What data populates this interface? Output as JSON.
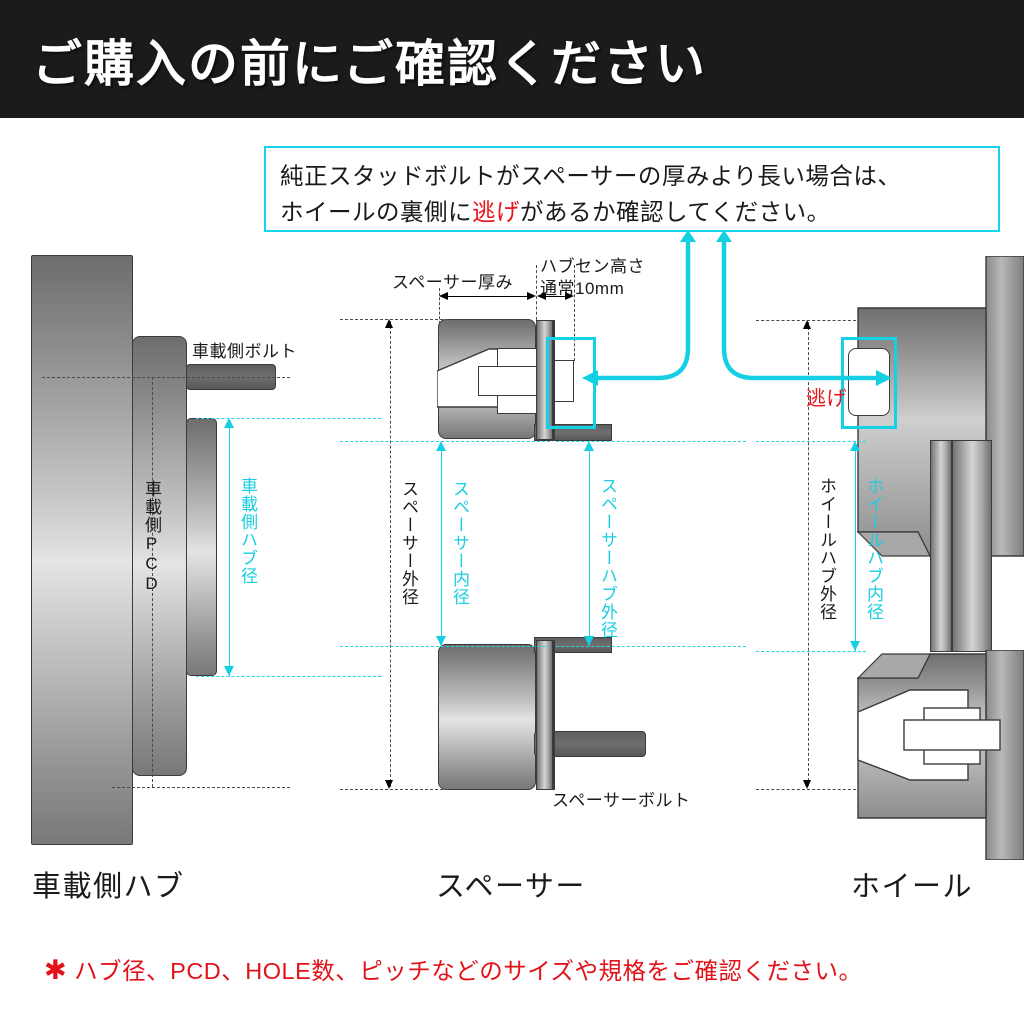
{
  "header": {
    "title": "ご購入の前にご確認ください",
    "bg_color": "#1b1b1b",
    "text_color": "#ffffff"
  },
  "callout": {
    "line1": "純正スタッドボルトがスペーサーの厚みより長い場合は、",
    "line2_a": "ホイールの裏側に",
    "line2_highlight": "逃げ",
    "line2_b": "があるか確認してください。",
    "border_color": "#13d4e8",
    "highlight_color": "#e8141c"
  },
  "colors": {
    "cyan": "#15cfe3",
    "red": "#e8141c",
    "black": "#1a1a1a",
    "metal_dark": "#6d6d6d",
    "metal_light": "#e4e4e4"
  },
  "top_dimensions": {
    "spacer_thickness": "スペーサー厚み",
    "hub_center_height_l1": "ハブセン高さ",
    "hub_center_height_l2": "通常10mm"
  },
  "hub_section": {
    "caption": "車載側ハブ",
    "bolt_label": "車載側ボルト",
    "pcd_label": "車載側PCD",
    "hub_diameter_label": "車載側ハブ径"
  },
  "spacer_section": {
    "caption": "スペーサー",
    "bolt_label": "スペーサーボルト",
    "outer_diameter_label": "スペーサー外径",
    "inner_diameter_label": "スペーサー内径",
    "hub_outer_diameter_label": "スペーサーハブ外径"
  },
  "wheel_section": {
    "caption": "ホイール",
    "hub_outer_diameter_label": "ホイールハブ外径",
    "hub_inner_diameter_label": "ホイールハブ内径",
    "relief_label": "逃げ"
  },
  "footer": {
    "star": "✱",
    "note": "ハブ径、PCD、HOLE数、ピッチなどのサイズや規格をご確認ください。",
    "color": "#e2121a"
  }
}
